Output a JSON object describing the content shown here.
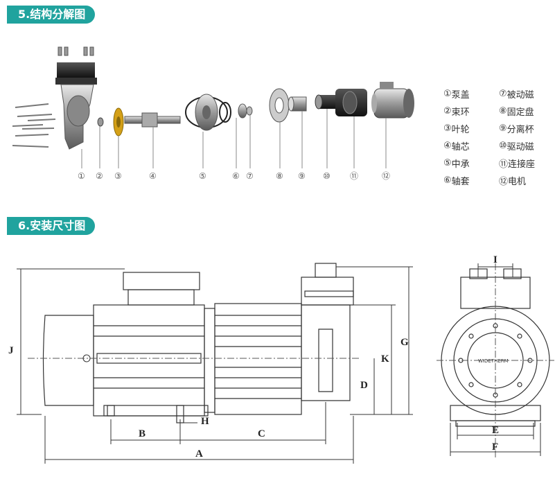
{
  "sections": {
    "structure_title": "5.结构分解图",
    "dimension_title": "6.安装尺寸图"
  },
  "callouts": [
    "①",
    "②",
    "③",
    "④",
    "⑤",
    "⑥",
    "⑦",
    "⑧",
    "⑨",
    "⑩",
    "⑪",
    "⑫"
  ],
  "legend": [
    {
      "num": "①",
      "label": "泵盖"
    },
    {
      "num": "⑦",
      "label": "被动磁"
    },
    {
      "num": "②",
      "label": "束环"
    },
    {
      "num": "⑧",
      "label": "固定盘"
    },
    {
      "num": "③",
      "label": "叶轮"
    },
    {
      "num": "⑨",
      "label": "分离杯"
    },
    {
      "num": "④",
      "label": "轴芯"
    },
    {
      "num": "⑩",
      "label": "驱动磁"
    },
    {
      "num": "⑤",
      "label": "中承"
    },
    {
      "num": "⑪",
      "label": "连接座"
    },
    {
      "num": "⑥",
      "label": "轴套"
    },
    {
      "num": "⑫",
      "label": "电机"
    }
  ],
  "dimensions": {
    "A": "A",
    "B": "B",
    "C": "C",
    "D": "D",
    "E": "E",
    "F": "F",
    "G": "G",
    "H": "H",
    "I": "I",
    "J": "J",
    "K": "K"
  },
  "nameplate": "WIDETHERM",
  "colors": {
    "badge": "#20a39e",
    "line": "#333333"
  }
}
